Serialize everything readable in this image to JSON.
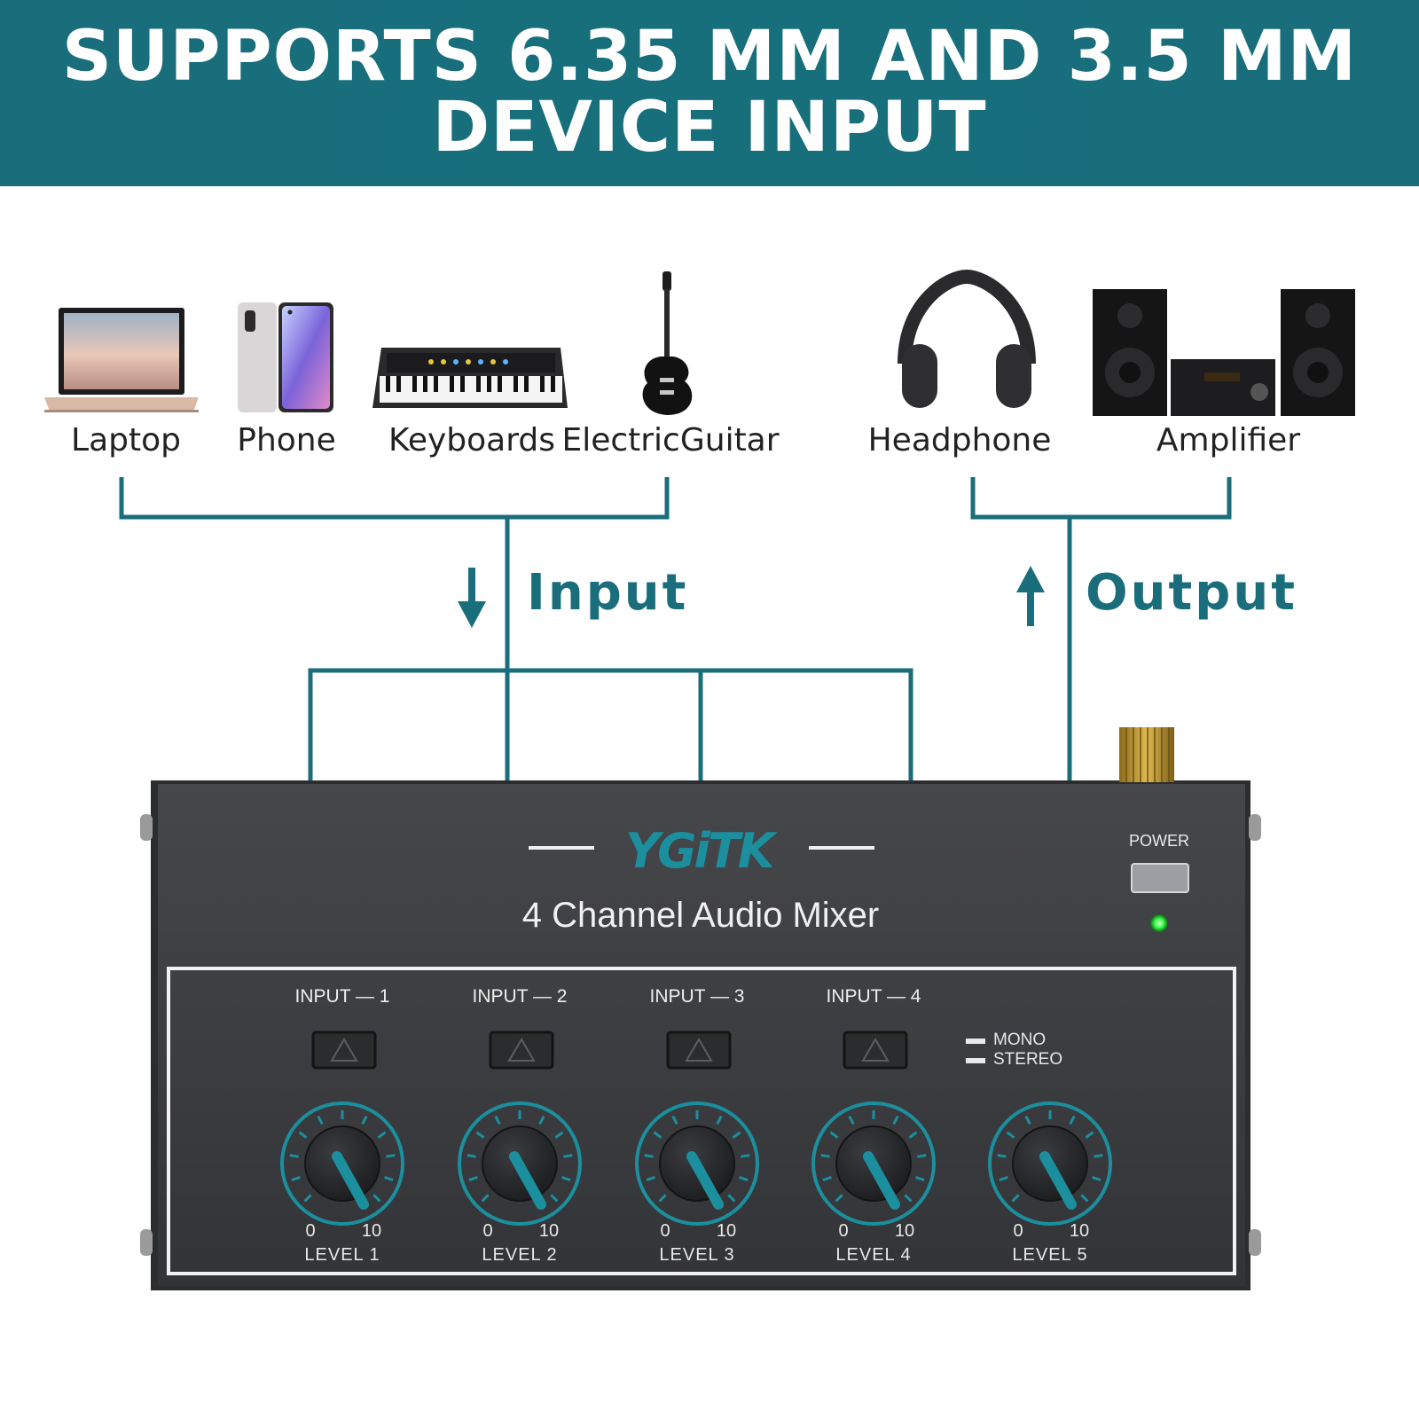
{
  "banner": {
    "line1": "SUPPORTS 6.35 MM AND 3.5 MM",
    "line2": "DEVICE INPUT"
  },
  "devices": {
    "inputs": [
      "Laptop",
      "Phone",
      "Keyboards",
      "ElectricGuitar"
    ],
    "outputs": [
      "Headphone",
      "Amplifier"
    ]
  },
  "flow": {
    "input_label": "Input",
    "output_label": "Output"
  },
  "mixer": {
    "brand": "YGiTK",
    "model": "4 Channel Audio Mixer",
    "power_label": "POWER",
    "mode_mono": "MONO",
    "mode_stereo": "STEREO",
    "inputs": [
      {
        "label": "INPUT — 1"
      },
      {
        "label": "INPUT — 2"
      },
      {
        "label": "INPUT — 3"
      },
      {
        "label": "INPUT — 4"
      }
    ],
    "knobs": [
      {
        "min": "0",
        "max": "10",
        "label": "LEVEL  1"
      },
      {
        "min": "0",
        "max": "10",
        "label": "LEVEL  2"
      },
      {
        "min": "0",
        "max": "10",
        "label": "LEVEL  3"
      },
      {
        "min": "0",
        "max": "10",
        "label": "LEVEL  4"
      },
      {
        "min": "0",
        "max": "10",
        "label": "LEVEL  5"
      }
    ]
  },
  "colors": {
    "accent": "#1a6e7b",
    "brand": "#1b8f9d",
    "panel": "#3a3b3e",
    "led": "#3bff4a"
  }
}
